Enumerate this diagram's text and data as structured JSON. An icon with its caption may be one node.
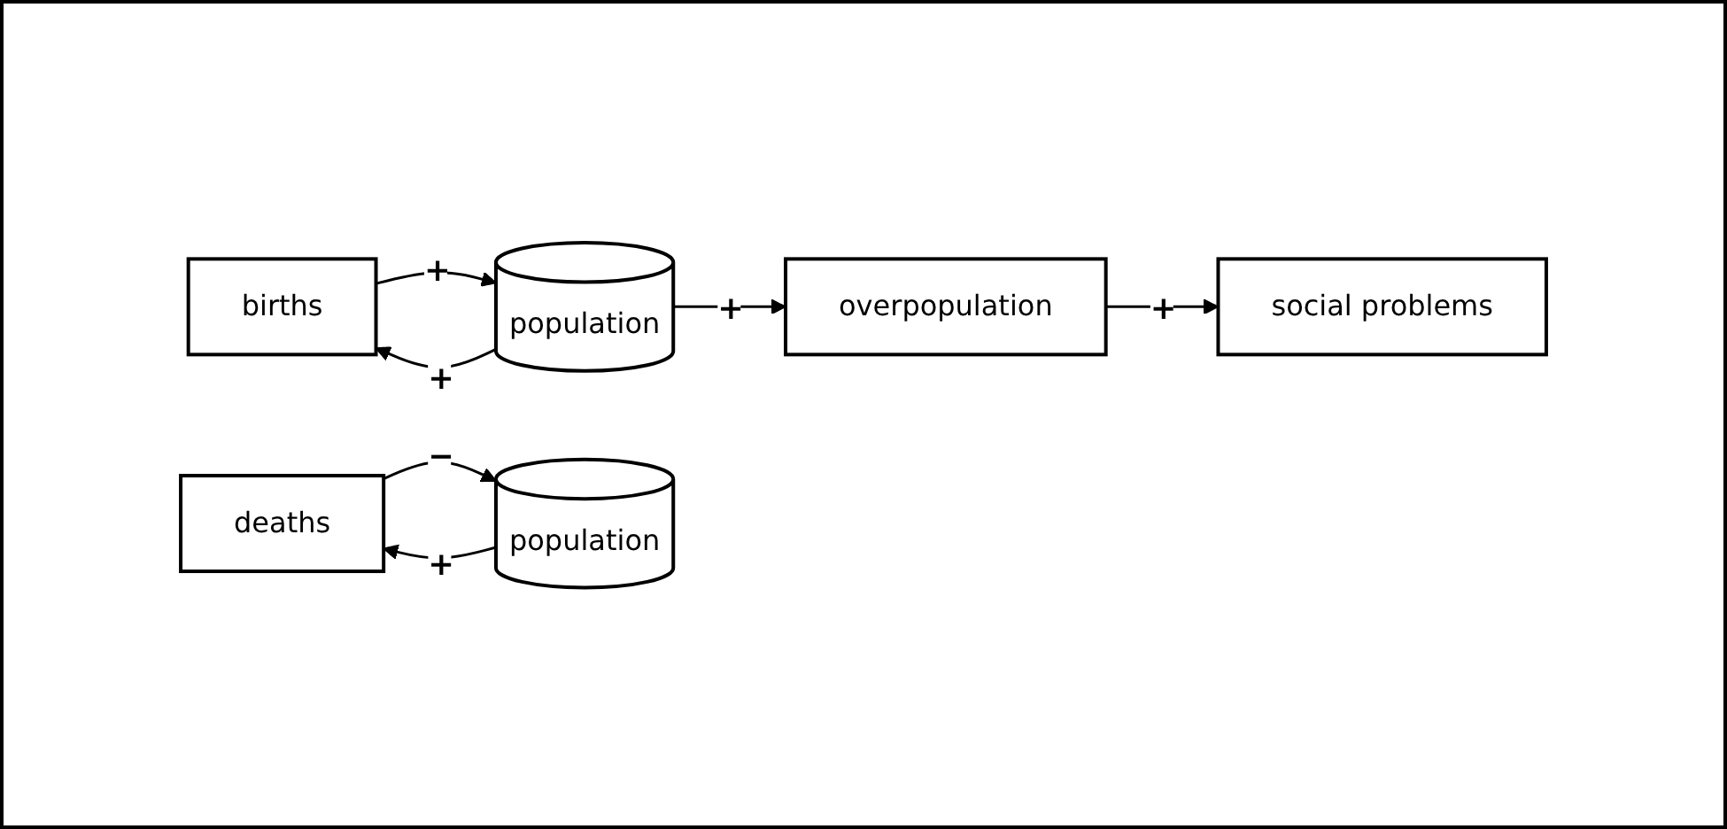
{
  "diagram": {
    "nodes": [
      {
        "text": [
          "births"
        ]
      },
      {
        "text": [
          "population"
        ]
      },
      {
        "text": [
          "overpopulation"
        ]
      },
      {
        "text": [
          "social problems"
        ]
      },
      {
        "text": [
          "deaths"
        ]
      },
      {
        "text": [
          "population"
        ]
      }
    ],
    "edges": [
      {
        "from": 1,
        "to": 0,
        "arrow": "to",
        "label": "+"
      },
      {
        "from": 0,
        "to": 1,
        "arrow": "to",
        "label": "+"
      },
      {
        "from": 1,
        "to": 2,
        "arrow": "to",
        "label": "+"
      },
      {
        "from": 2,
        "to": 3,
        "arrow": "to",
        "label": "+"
      },
      {
        "from": 5,
        "to": 4,
        "arrow": "to",
        "label": "+"
      },
      {
        "from": 4,
        "to": 5,
        "arrow": "to",
        "label": "−"
      }
    ]
  }
}
